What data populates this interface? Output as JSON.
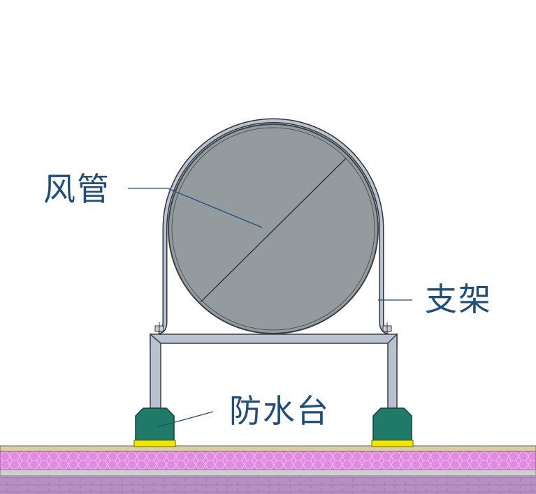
{
  "labels": {
    "duct": "风管",
    "bracket": "支架",
    "plinth": "防水台"
  },
  "colors": {
    "duct_fill": "#939b9e",
    "bracket_fill": "#b8c2d0",
    "plinth_fill": "#1f7a6a",
    "pad_fill": "#f2e600",
    "membrane_fill": "#e08be0",
    "leader_line": "#1f4e7a",
    "label_text": "#1f4e7a"
  }
}
